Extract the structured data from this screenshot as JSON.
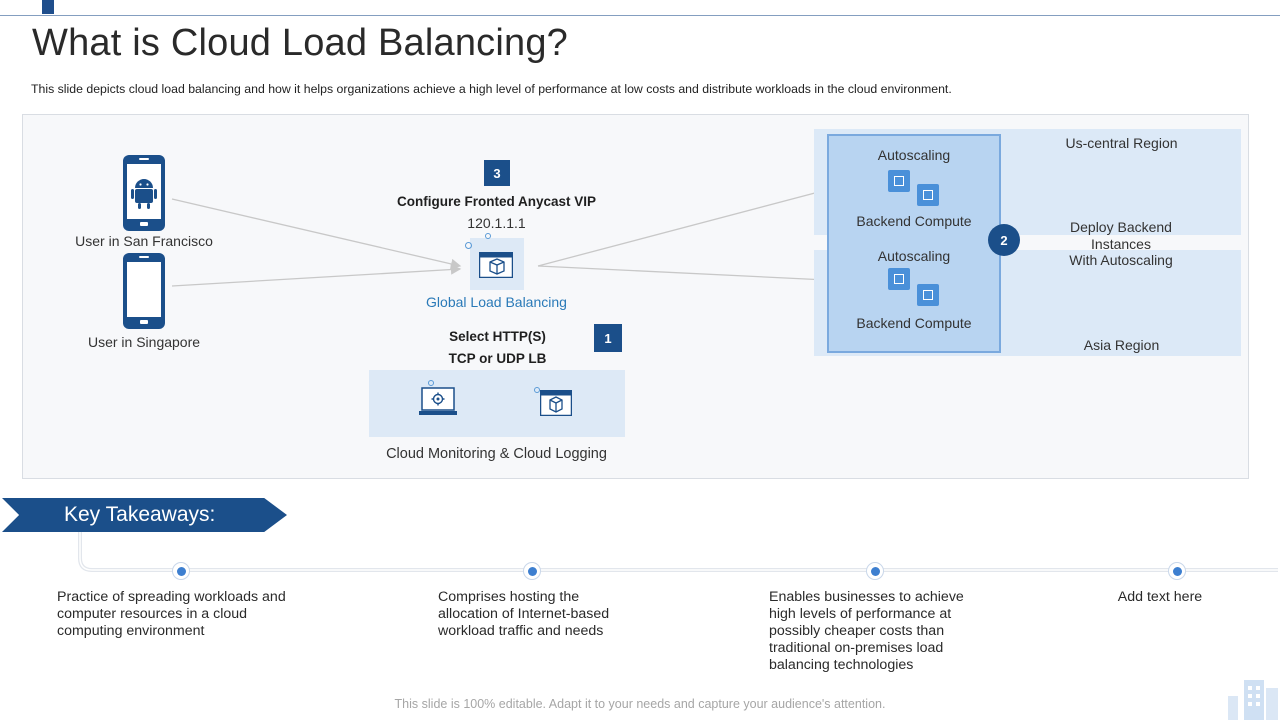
{
  "slide": {
    "title": "What is Cloud Load Balancing?",
    "subtitle": "This slide depicts cloud load balancing and how it helps organizations achieve a high level of performance  at low costs and distribute workloads in the cloud environment.",
    "footer": "This slide is 100% editable. Adapt it to your needs and capture your audience's attention."
  },
  "diagram": {
    "users": [
      {
        "label": "User in San Francisco",
        "icon": "android-phone-icon"
      },
      {
        "label": "User in Singapore",
        "icon": "phone-icon"
      }
    ],
    "step3": {
      "number": "3",
      "heading": "Configure Fronted Anycast  VIP",
      "ip": "120.1.1.1",
      "caption": "Global Load Balancing"
    },
    "step1": {
      "number": "1",
      "line1": "Select HTTP(S)",
      "line2": "TCP or UDP LB",
      "caption": "Cloud Monitoring & Cloud Logging"
    },
    "step2": {
      "number": "2",
      "line1": "Deploy Backend",
      "line2": "Instances",
      "line3": "With Autoscaling"
    },
    "regions": [
      {
        "name": "Us-central Region",
        "autoscaling": "Autoscaling",
        "backend": "Backend Compute"
      },
      {
        "name": "Asia Region",
        "autoscaling": "Autoscaling",
        "backend": "Backend Compute"
      }
    ]
  },
  "takeaways": {
    "heading": "Key Takeaways:",
    "items": [
      "Practice of spreading workloads and computer resources in a cloud computing environment",
      "Comprises hosting the allocation of Internet-based workload traffic and needs",
      "Enables businesses to achieve high levels of performance at possibly cheaper costs than traditional on-premises load balancing technologies",
      "Add text here"
    ]
  },
  "colors": {
    "accent": "#1b4f8a",
    "light_blue": "#dce9f7",
    "link_text": "#2a7ab8"
  }
}
